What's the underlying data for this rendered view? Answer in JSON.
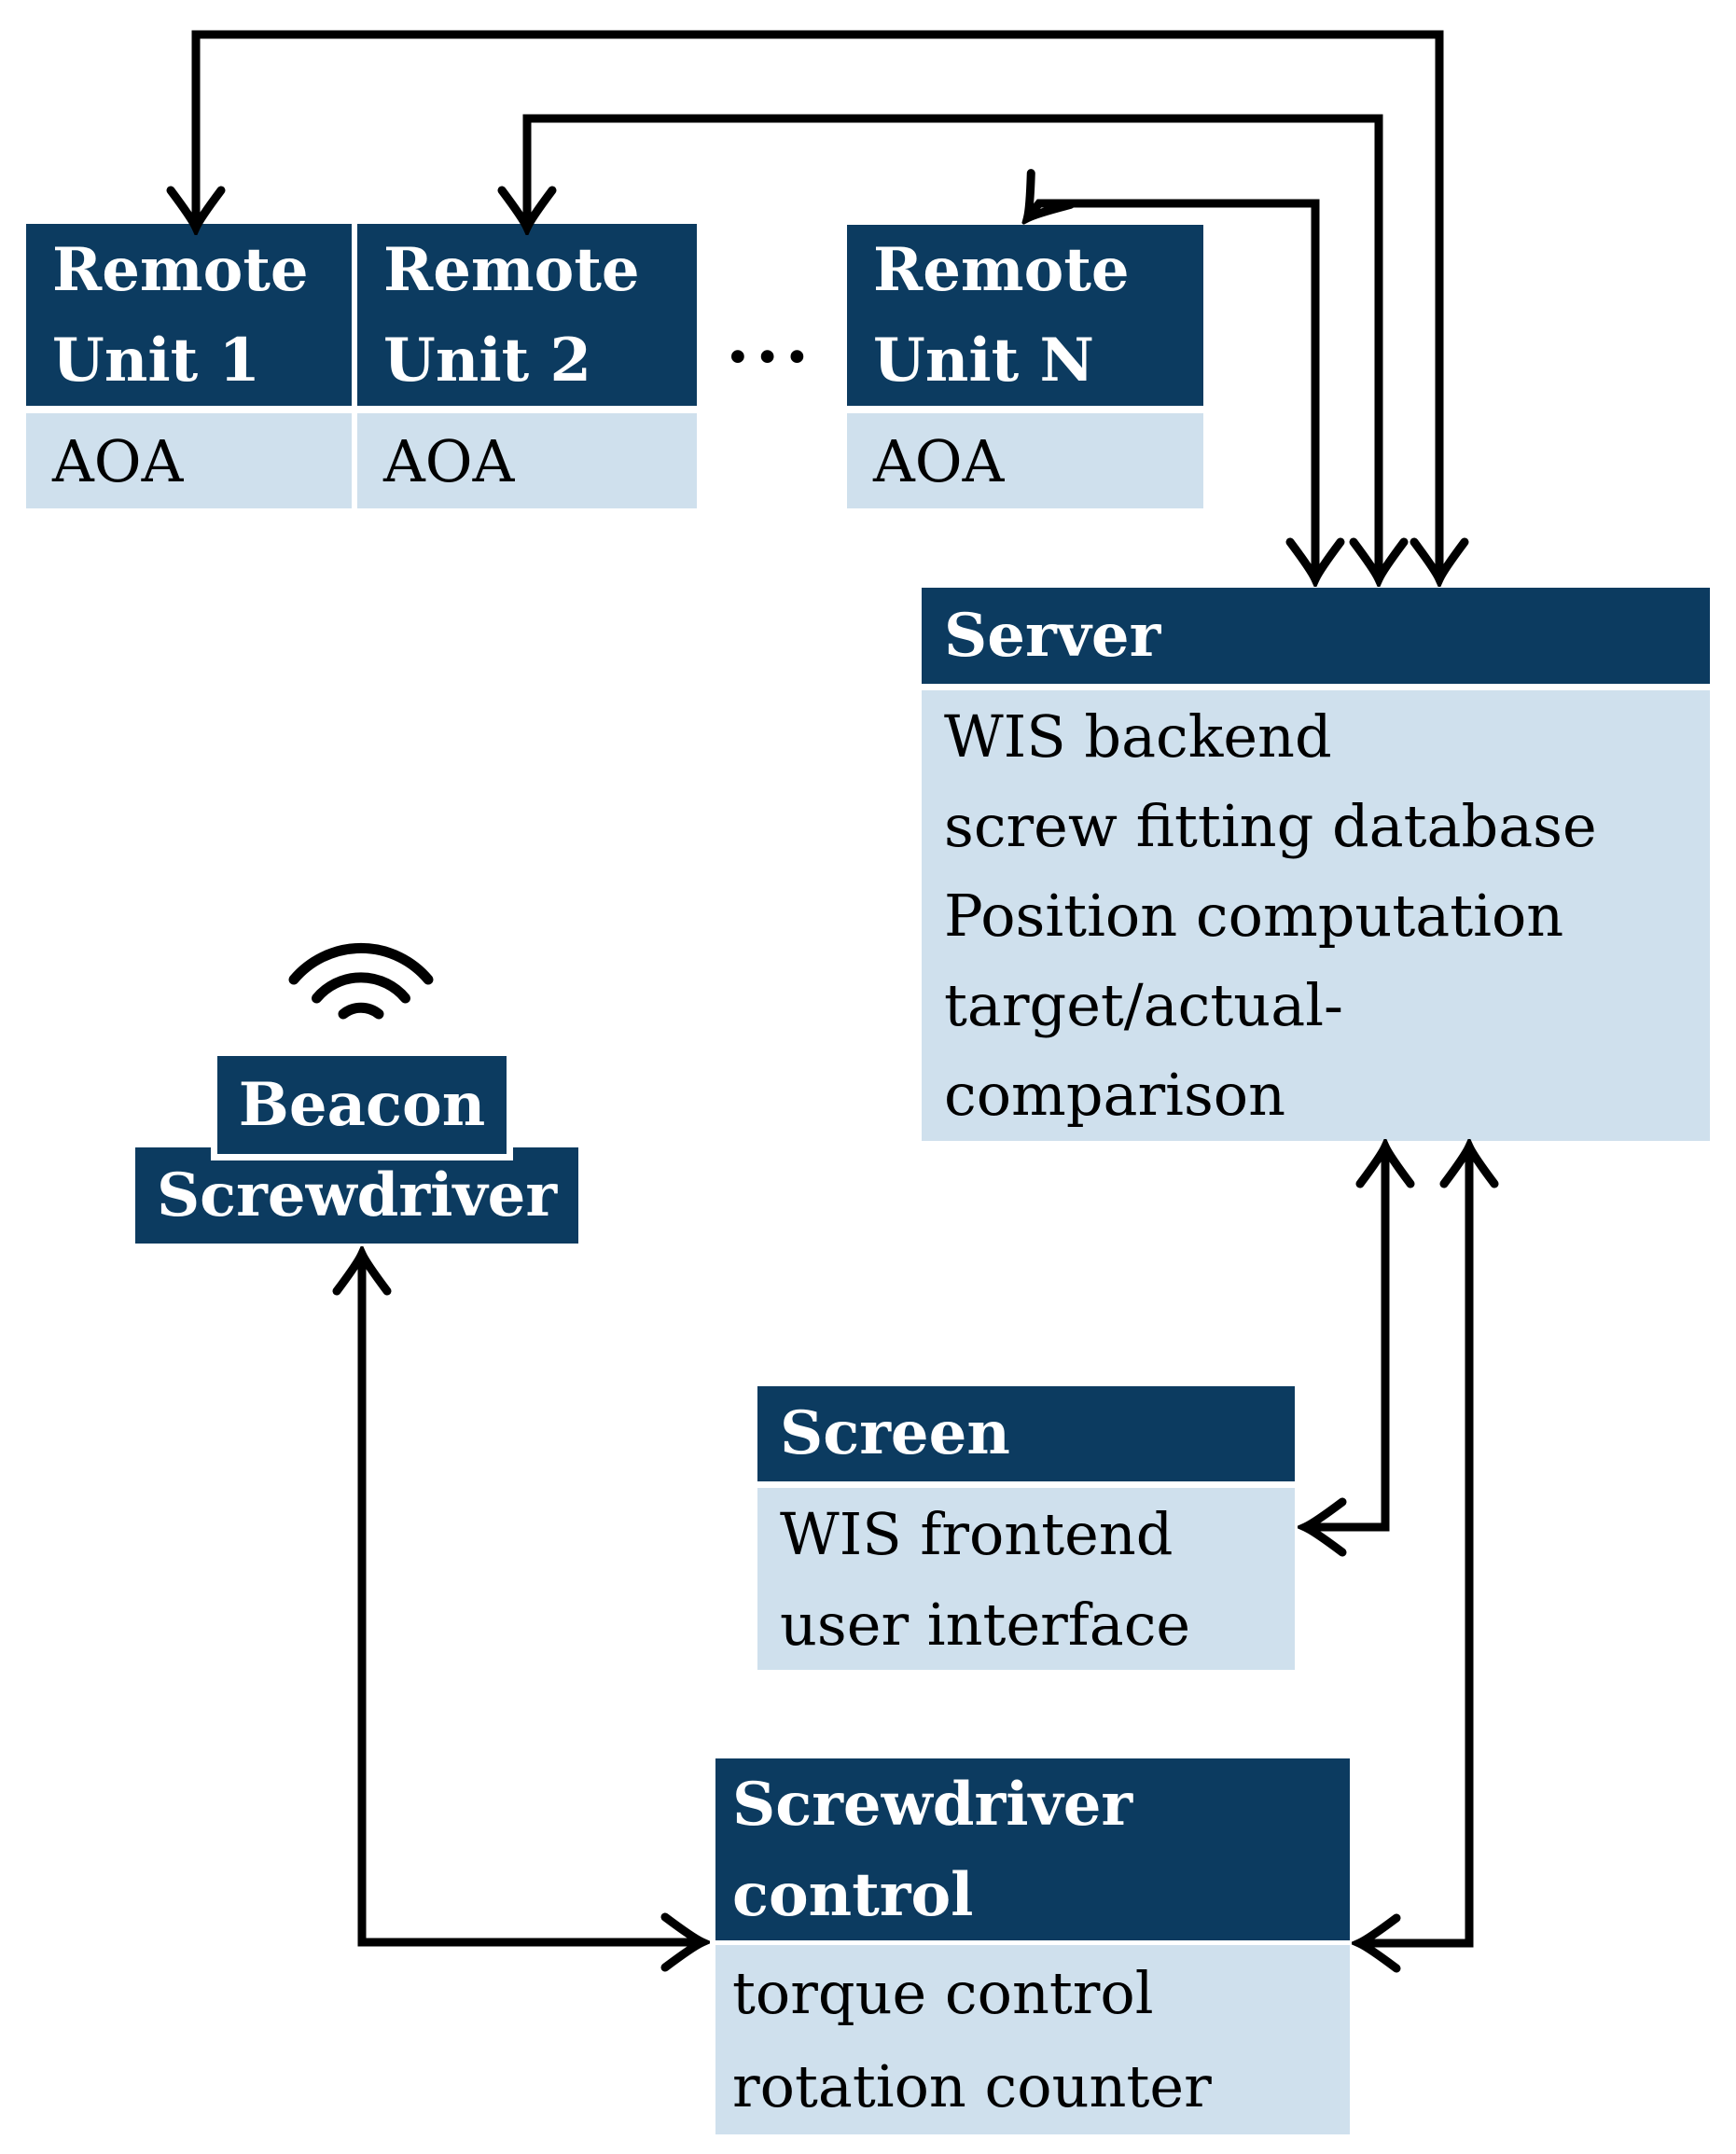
{
  "colors": {
    "navy": "#0c3b60",
    "panel_blue": "#cfe0ed",
    "line_black": "#000000",
    "header_text": "#ffffff",
    "body_text": "#000000"
  },
  "nodes": {
    "remote_unit_1": {
      "title": "Remote\nUnit 1",
      "body": "AOA"
    },
    "remote_unit_2": {
      "title": "Remote\nUnit 2",
      "body": "AOA"
    },
    "remote_units_ellipsis": "...",
    "remote_unit_n": {
      "title": "Remote\nUnit N",
      "body": "AOA"
    },
    "server": {
      "title": "Server",
      "body_lines": [
        "WIS backend",
        "screw fitting database",
        "Position computation",
        "target/actual-",
        "comparison"
      ]
    },
    "beacon": {
      "title": "Beacon"
    },
    "screwdriver": {
      "title": "Screwdriver"
    },
    "screen": {
      "title": "Screen",
      "body_lines": [
        "WIS frontend",
        "user interface"
      ]
    },
    "screwdriver_control": {
      "title": "Screwdriver\ncontrol",
      "body_lines": [
        "torque control",
        "rotation counter"
      ]
    }
  },
  "icons": {
    "wifi": "wifi-icon"
  }
}
